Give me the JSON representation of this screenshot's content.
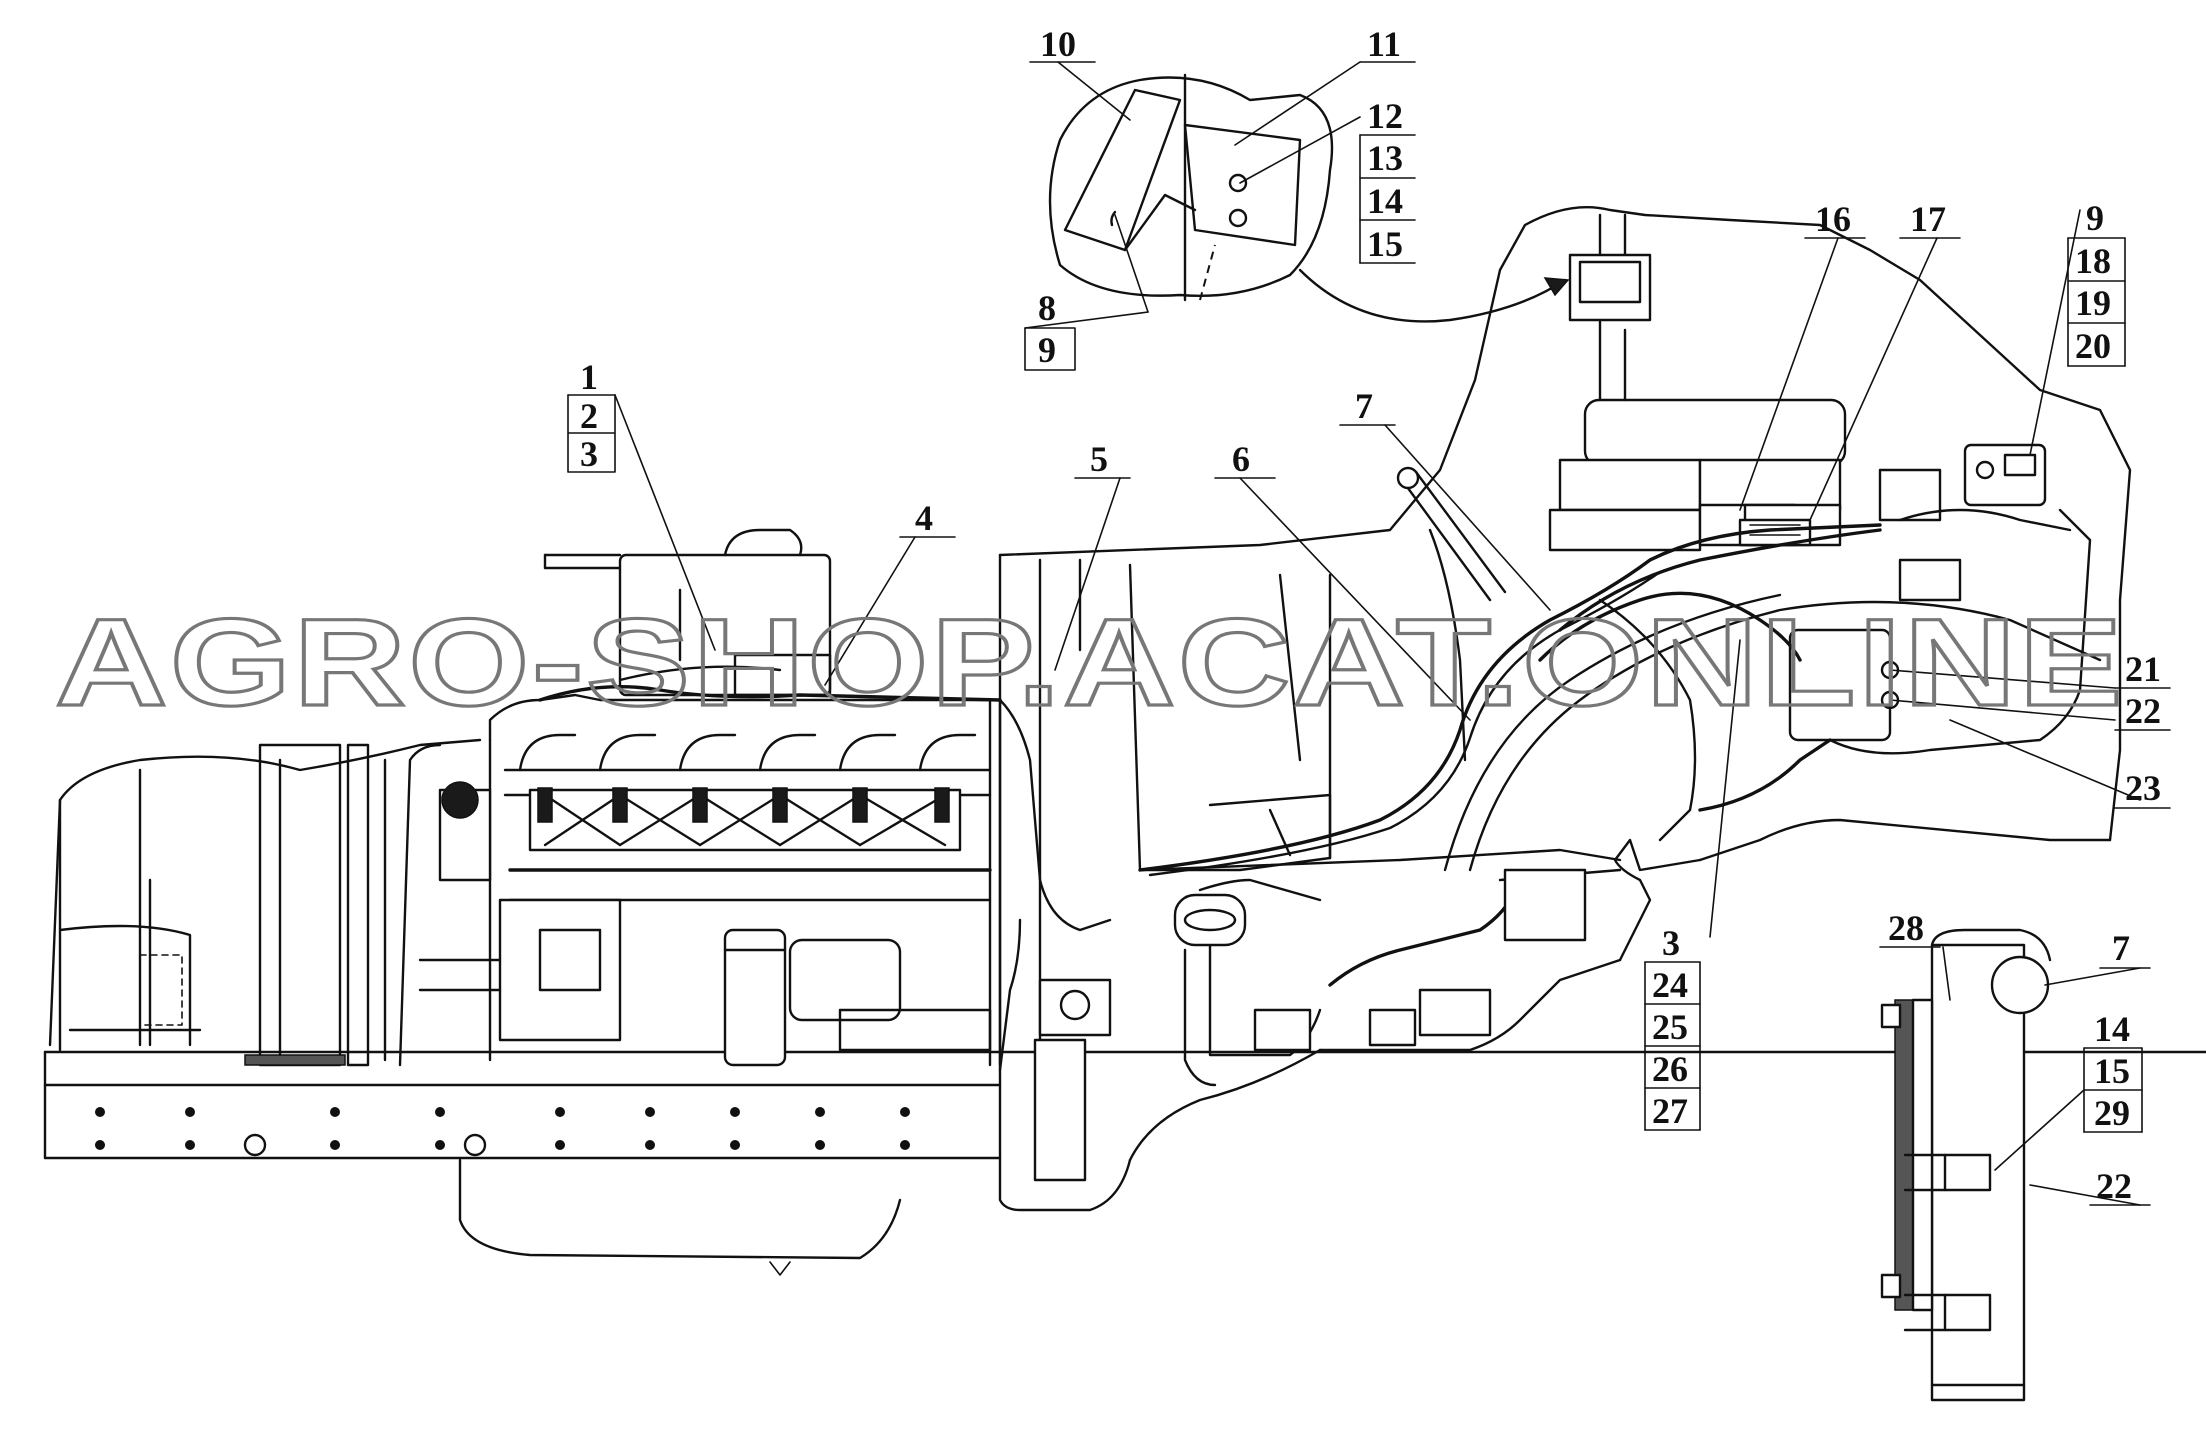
{
  "watermark": "AGRO-SHOP.ACAT.ONLINE",
  "callouts": {
    "c1": "1",
    "c2": "2",
    "c3a": "3",
    "c4": "4",
    "c5": "5",
    "c6": "6",
    "c7a": "7",
    "c7b": "7",
    "c8": "8",
    "c9a": "9",
    "c10": "10",
    "c11": "11",
    "c12": "12",
    "c13": "13",
    "c14a": "14",
    "c15a": "15",
    "c16": "16",
    "c17": "17",
    "c9b": "9",
    "c18": "18",
    "c19": "19",
    "c20": "20",
    "c21": "21",
    "c22a": "22",
    "c23": "23",
    "c3b": "3",
    "c24": "24",
    "c25": "25",
    "c26": "26",
    "c27": "27",
    "c28": "28",
    "c14b": "14",
    "c15b": "15",
    "c29": "29",
    "c22b": "22"
  }
}
